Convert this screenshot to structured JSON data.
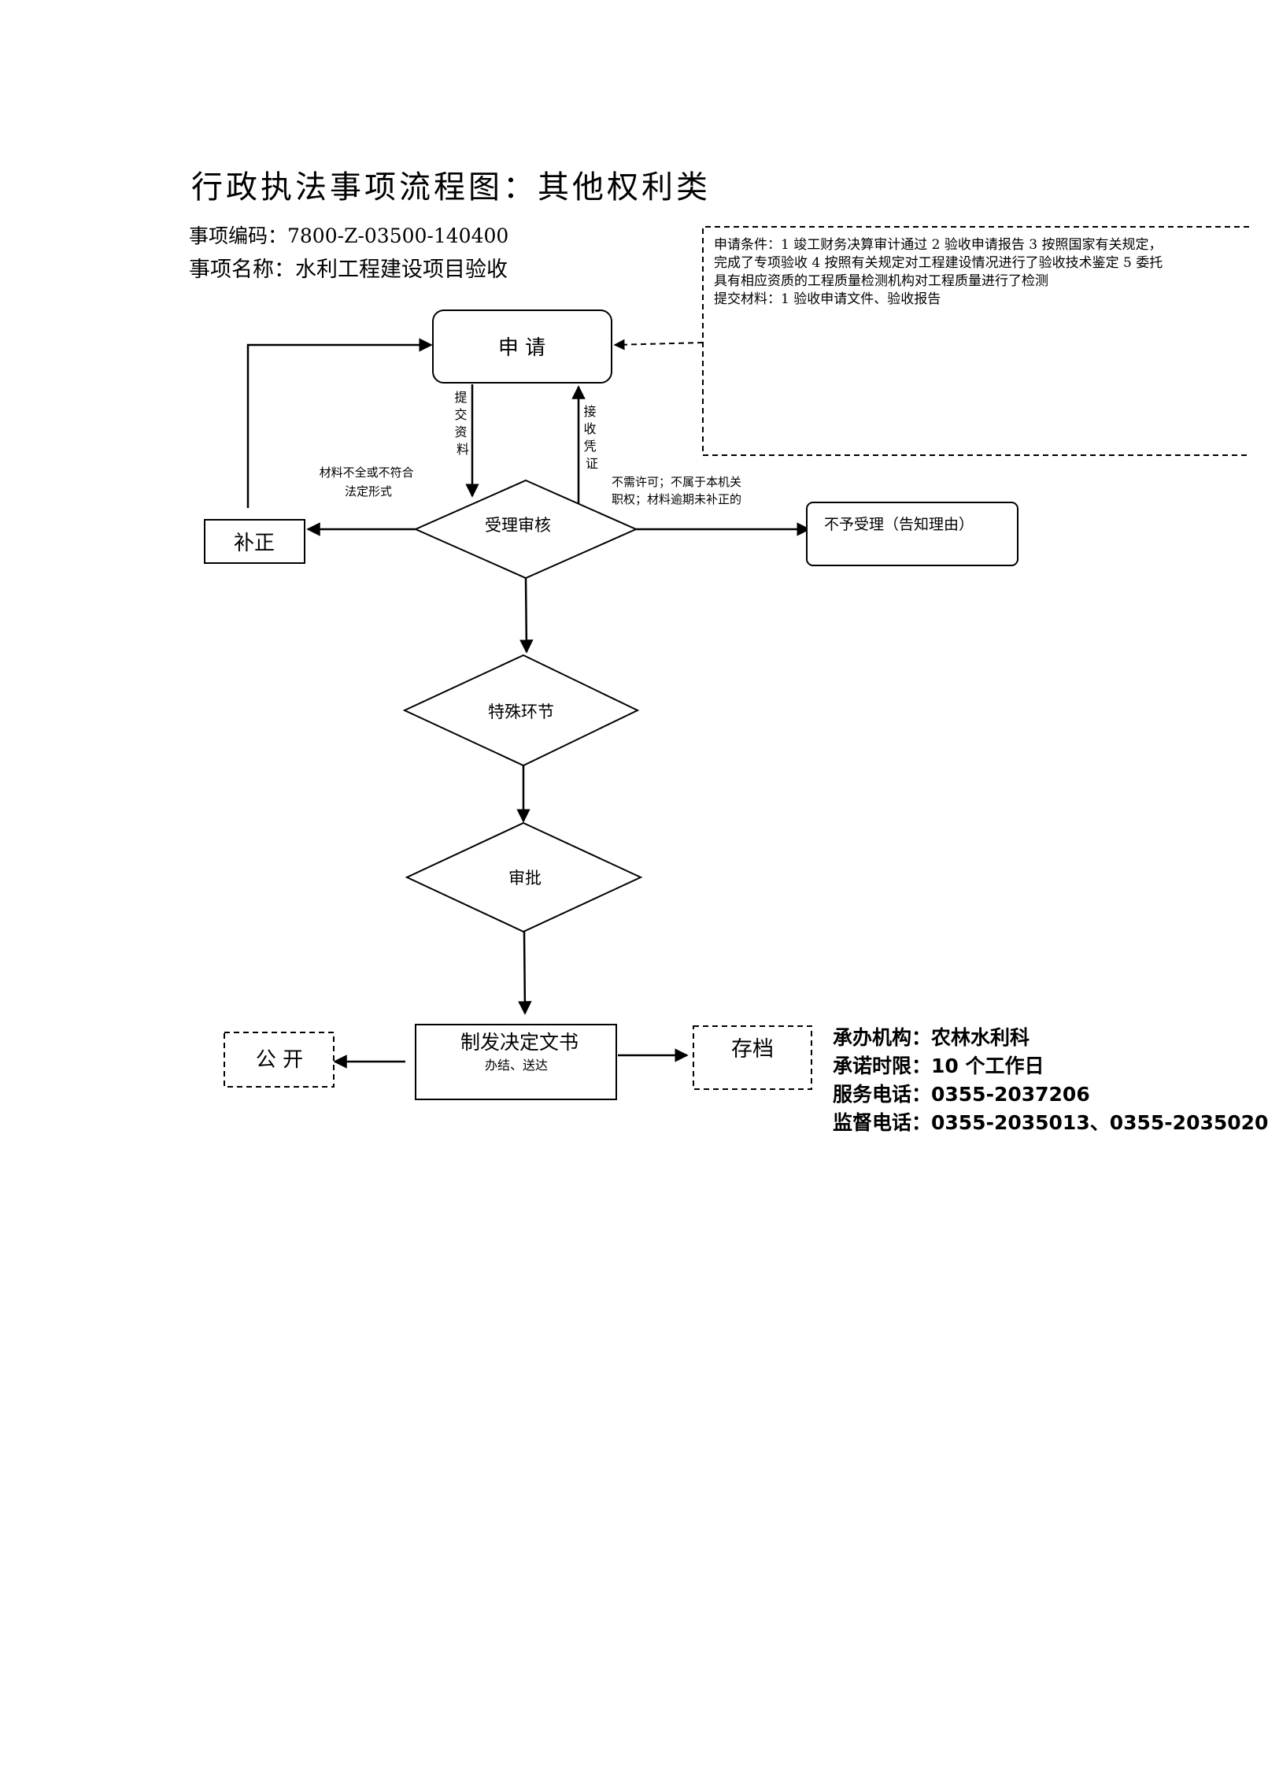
{
  "title": "行政执法事项流程图：其他权利类",
  "item_code": "事项编码：7800-Z-03500-140400",
  "item_name": "事项名称：水利工程建设项目验收",
  "conditions": {
    "line1": "申请条件：1 竣工财务决算审计通过 2 验收申请报告 3 按照国家有关规定，",
    "line2": "完成了专项验收 4 按照有关规定对工程建设情况进行了验收技术鉴定 5 委托",
    "line3": "具有相应资质的工程质量检测机构对工程质量进行了检测",
    "line4": "提交材料：1 验收申请文件、验收报告"
  },
  "nodes": {
    "apply": "申 请",
    "review": "受理审核",
    "correct": "补正",
    "reject": "不予受理（告知理由）",
    "special": "特殊环节",
    "approve": "审批",
    "decision": "制发决定文书",
    "decision_sub": "办结、送达",
    "publish": "公 开",
    "archive": "存档"
  },
  "edge_labels": {
    "submit": [
      "提",
      "交",
      "资",
      "料"
    ],
    "receipt": [
      "接",
      "收",
      "凭",
      "证"
    ],
    "incomplete_1": "材料不全或不符合",
    "incomplete_2": "法定形式",
    "reject_1": "不需许可；不属于本机关",
    "reject_2": "职权；材料逾期未补正的"
  },
  "info": {
    "agency": "承办机构：农林水利科",
    "deadline": "承诺时限：10 个工作日",
    "service_phone": "服务电话：0355-2037206",
    "supervise_phone": "监督电话：0355-2035013、0355-2035020"
  }
}
